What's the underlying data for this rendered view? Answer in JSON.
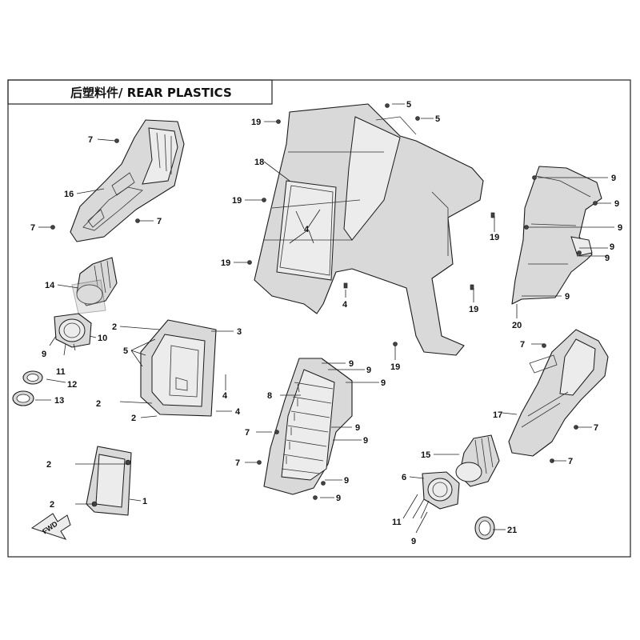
{
  "title": "后塑料件/ REAR PLASTICS",
  "fwd_label": "FWD",
  "callouts": {
    "c1": "1",
    "c2a": "2",
    "c2b": "2",
    "c2c": "2",
    "c2d": "2",
    "c2e": "2",
    "c3": "3",
    "c4a": "4",
    "c4b": "4",
    "c4c": "4",
    "c4d": "4",
    "c5a": "5",
    "c5b": "5",
    "c5c": "5",
    "c6": "6",
    "c7a": "7",
    "c7b": "7",
    "c7c": "7",
    "c7d": "7",
    "c7e": "7",
    "c7f": "7",
    "c7g": "7",
    "c7h": "7",
    "c8": "8",
    "c9a": "9",
    "c9b": "9",
    "c9c": "9",
    "c9d": "9",
    "c9e": "9",
    "c9f": "9",
    "c9g": "9",
    "c9h": "9",
    "c9i": "9",
    "c9j": "9",
    "c9k": "9",
    "c9l": "9",
    "c9m": "9",
    "c9n": "9",
    "c9o": "9",
    "c10": "10",
    "c11a": "11",
    "c11b": "11",
    "c12": "12",
    "c13": "13",
    "c14": "14",
    "c15": "15",
    "c16": "16",
    "c17": "17",
    "c18": "18",
    "c19a": "19",
    "c19b": "19",
    "c19c": "19",
    "c19d": "19",
    "c19e": "19",
    "c19f": "19",
    "c20": "20",
    "c21": "21"
  }
}
